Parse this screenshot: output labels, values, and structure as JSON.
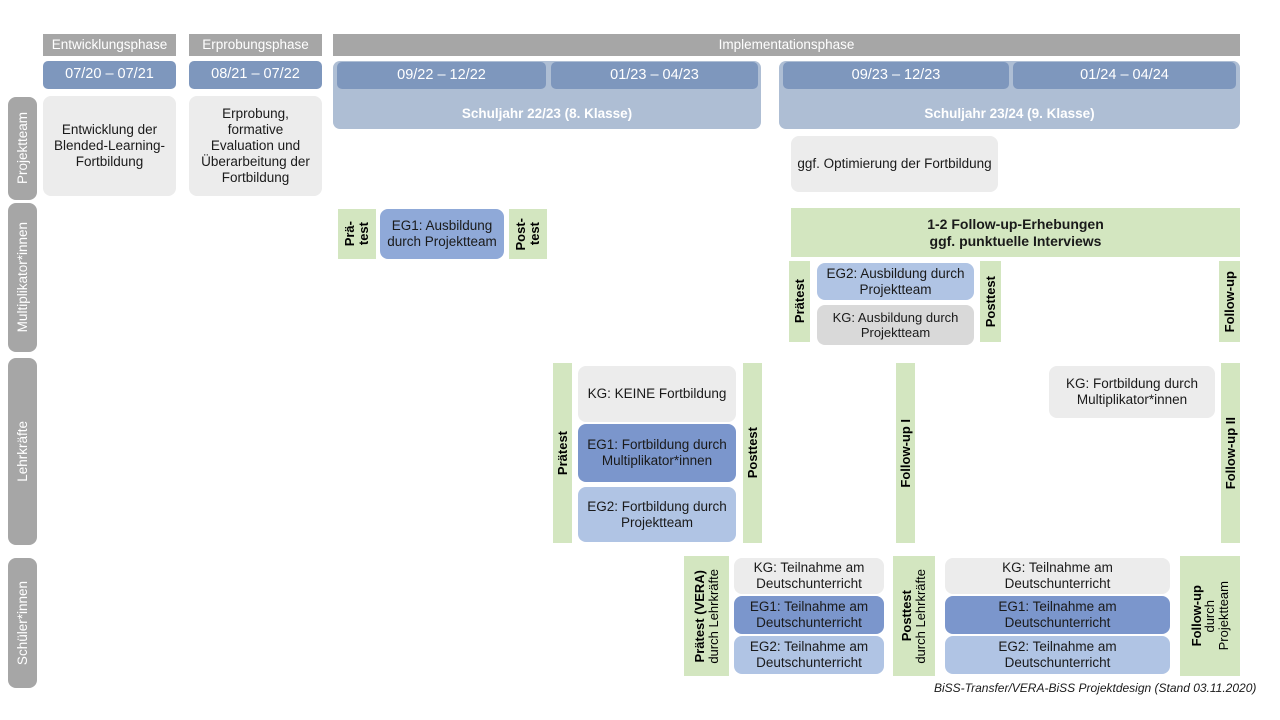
{
  "title": "BiSS-Transfer/VERA-BiSS Projektdesign",
  "colors": {
    "grey_header": "#a6a6a6",
    "date_bar": "#7e97bd",
    "year_band": "#aebed4",
    "card_grey": "#ececec",
    "card_grey_dark": "#d9d9d9",
    "eg1_blue": "#7b96cc",
    "eg1_blue_alt": "#8fa9d8",
    "eg2_blue": "#b0c4e4",
    "green": "#d3e6c0"
  },
  "phases": [
    {
      "name": "Entwicklungsphase",
      "period": "07/20 – 07/21"
    },
    {
      "name": "Erprobungsphase",
      "period": "08/21 – 07/22"
    },
    {
      "name": "Implementationsphase"
    }
  ],
  "implementation_periods": [
    "09/22 – 12/22",
    "01/23 – 04/23",
    "09/23 – 12/23",
    "01/24 – 04/24"
  ],
  "school_years": [
    "Schuljahr 22/23 (8. Klasse)",
    "Schuljahr 23/24 (9. Klasse)"
  ],
  "row_labels": [
    "Projektteam",
    "Multiplikator*innen",
    "Lehrkräfte",
    "Schüler*innen"
  ],
  "projektteam": {
    "entwicklung": "Entwicklung der Blended-Learning-Fortbildung",
    "erprobung": "Erprobung, formative Evaluation und Überarbeitung der Fortbildung",
    "optimierung": "ggf. Optimierung der Fortbildung"
  },
  "multiplikatoren": {
    "praetest_l1": "Prä-",
    "praetest_l2": "test",
    "eg1": "EG1: Ausbildung durch Projektteam",
    "posttest_l1": "Post-",
    "posttest_l2": "test",
    "followup_band_l1": "1-2 Follow-up-Erhebungen",
    "followup_band_l2": "ggf. punktuelle Interviews",
    "praetest2": "Prätest",
    "eg2": "EG2: Ausbildung durch Projektteam",
    "kg": "KG: Ausbildung durch Projektteam",
    "posttest2": "Posttest",
    "followup": "Follow-up"
  },
  "lehrkraefte": {
    "praetest": "Prätest",
    "kg_keine": "KG:  KEINE Fortbildung",
    "eg1": "EG1: Fortbildung durch Multiplikator*innen",
    "eg2": "EG2: Fortbildung durch Projektteam",
    "posttest": "Posttest",
    "followup_1": "Follow-up I",
    "kg_fortbildung": "KG: Fortbildung durch Multiplikator*innen",
    "followup_2": "Follow-up II"
  },
  "schueler": {
    "praetest_bold": "Prätest (VERA)",
    "praetest_sub": "durch Lehrkräfte",
    "kg_a": "KG: Teilnahme am Deutschunterricht",
    "eg1_a": "EG1: Teilnahme am Deutschunterricht",
    "eg2_a": "EG2: Teilnahme am Deutschunterricht",
    "posttest_bold": "Posttest",
    "posttest_sub": "durch Lehrkräfte",
    "kg_b": "KG: Teilnahme am Deutschunterricht",
    "eg1_b": "EG1: Teilnahme am Deutschunterricht",
    "eg2_b": "EG2: Teilnahme am Deutschunterricht",
    "followup_bold": "Follow-up",
    "followup_sub1": "durch",
    "followup_sub2": "Projektteam"
  },
  "footer": "BiSS-Transfer/VERA-BiSS Projektdesign (Stand 03.11.2020)"
}
